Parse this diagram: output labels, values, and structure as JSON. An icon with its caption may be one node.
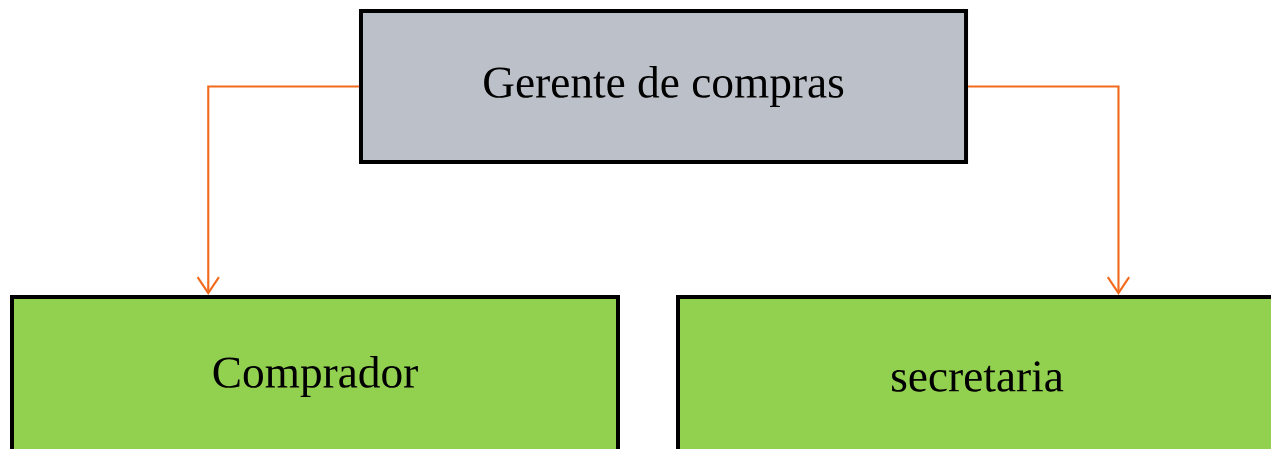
{
  "diagram": {
    "nodes": [
      {
        "text": [
          "Gerente de compras"
        ]
      },
      {
        "text": [
          "Comprador"
        ]
      },
      {
        "text": [
          "secretaria"
        ]
      }
    ],
    "edges": [
      {
        "from": 0,
        "to": 1,
        "arrow": "to"
      },
      {
        "from": 0,
        "to": 2,
        "arrow": "to"
      }
    ]
  }
}
